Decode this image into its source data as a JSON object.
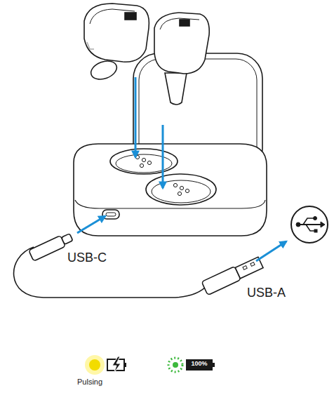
{
  "diagram": {
    "labels": [
      "USB-C",
      "USB-A",
      "Pulsing",
      "100%"
    ]
  }
}
